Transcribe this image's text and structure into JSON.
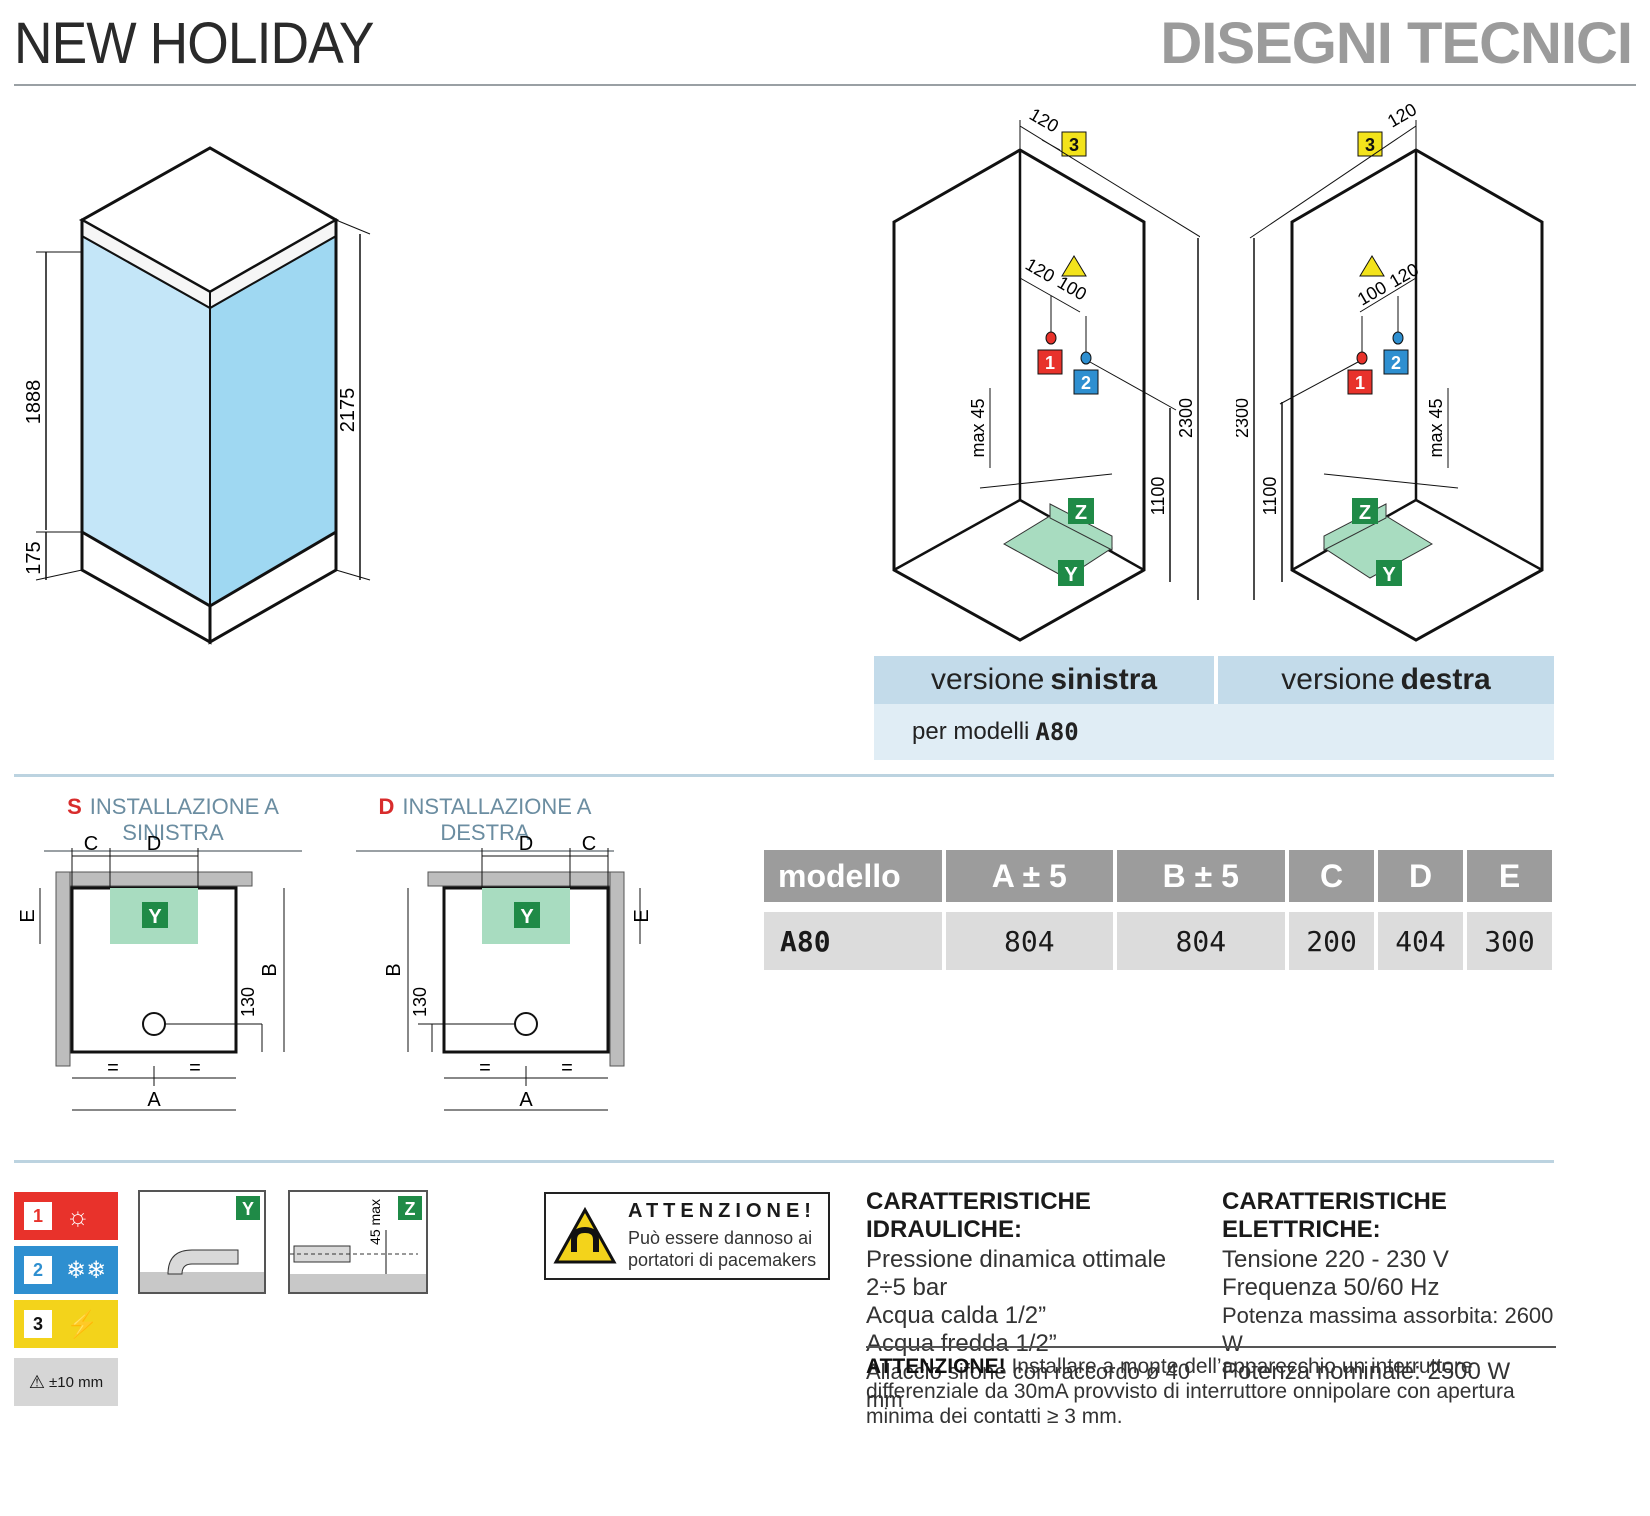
{
  "header": {
    "brand": "NEW HOLIDAY",
    "section": "DISEGNI TECNICI"
  },
  "cabin_dimensions": {
    "glass_height": "1888",
    "base_height": "175",
    "total_height": "2175"
  },
  "tech_drawings": {
    "dim_120": "120",
    "dim_100": "100",
    "dim_2300": "2300",
    "dim_1100": "1100",
    "dim_max45": "max 45",
    "label_1": "1",
    "label_2": "2",
    "label_3": "3",
    "label_Y": "Y",
    "label_Z": "Z"
  },
  "versions": {
    "left": {
      "prefix": "versione",
      "bold": "sinistra"
    },
    "right": {
      "prefix": "versione",
      "bold": "destra"
    },
    "models": {
      "prefix": "per modelli",
      "bold": "A80"
    }
  },
  "installation": {
    "left": {
      "key": "S",
      "title": "INSTALLAZIONE A SINISTRA"
    },
    "right": {
      "key": "D",
      "title": "INSTALLAZIONE A DESTRA"
    },
    "labels": {
      "A": "A",
      "B": "B",
      "C": "C",
      "D": "D",
      "E": "E",
      "eq": "=",
      "d130": "130",
      "Y": "Y"
    }
  },
  "spec_table": {
    "headers": [
      "modello",
      "A ± 5",
      "B ± 5",
      "C",
      "D",
      "E"
    ],
    "rows": [
      [
        "A80",
        "804",
        "804",
        "200",
        "404",
        "300"
      ]
    ]
  },
  "legend": {
    "items": [
      {
        "num": "1",
        "icon": "hot-water-icon",
        "color": "#e8322b"
      },
      {
        "num": "2",
        "icon": "cold-water-icon",
        "color": "#2e8fd0"
      },
      {
        "num": "3",
        "icon": "electric-plug-icon",
        "color": "#f3d31b"
      }
    ],
    "tolerance": "±10 mm",
    "y_label": "Y",
    "z_label": "Z",
    "z_dim": "45 max"
  },
  "warning": {
    "title": "ATTENZIONE!",
    "line1": "Può essere dannoso ai",
    "line2": "portatori di pacemakers"
  },
  "hydraulic": {
    "title": "CARATTERISTICHE IDRAULICHE:",
    "lines": [
      "Pressione dinamica ottimale 2÷5 bar",
      "Acqua calda 1/2”",
      "Acqua fredda 1/2”",
      "Allaccio sifone con raccordo ø 40 mm"
    ]
  },
  "electrical": {
    "title": "CARATTERISTICHE ELETTRICHE:",
    "lines": [
      "Tensione 220 - 230 V",
      "Frequenza 50/60 Hz",
      "Potenza massima assorbita: 2600 W",
      "Potenza nominale: 2500 W"
    ]
  },
  "note": {
    "bold": "ATTENZIONE!",
    "text": "Installare a monte dell’apparecchio un interruttore differenziale da 30mA provvisto di interruttore onnipolare con apertura minima dei contatti ≥ 3 mm."
  },
  "colors": {
    "glass": "#9fd3ef",
    "water_red": "#e8322b",
    "water_blue": "#2e8fd0",
    "elec_yellow": "#f3e31b",
    "drain_green": "#1f8a47",
    "rule_blue": "#bcd3e0"
  }
}
